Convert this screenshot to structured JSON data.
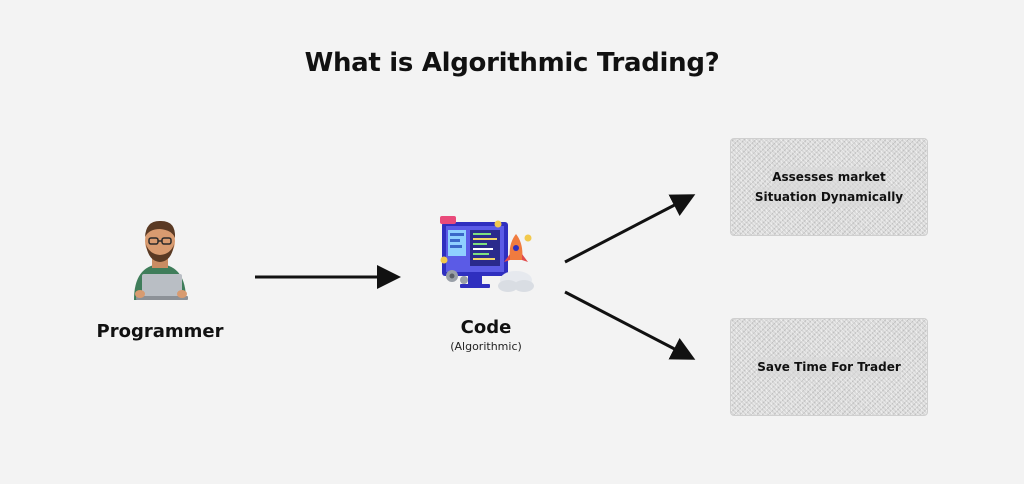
{
  "title": "What is Algorithmic Trading?",
  "nodes": {
    "programmer": {
      "label": "Programmer",
      "icon": "programmer-with-laptop-icon"
    },
    "code": {
      "label": "Code",
      "sublabel": "(Algorithmic)",
      "icon": "code-monitor-rocket-icon"
    }
  },
  "outcomes": [
    {
      "line1": "Assesses market",
      "line2": "Situation Dynamically"
    },
    {
      "line1": "Save Time For Trader"
    }
  ],
  "colors": {
    "background": "#f3f3f3",
    "arrow": "#111111",
    "box": "#d9d9d9"
  }
}
